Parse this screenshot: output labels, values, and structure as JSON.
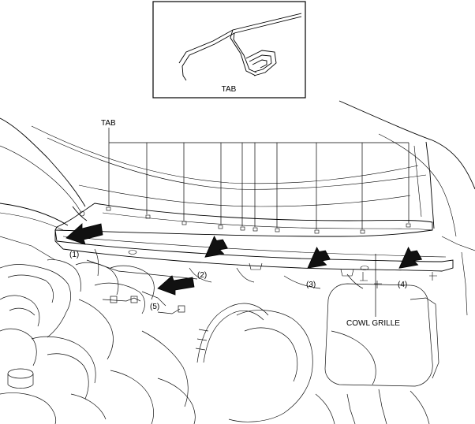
{
  "inset": {
    "label": "TAB"
  },
  "labels": {
    "tab": "TAB",
    "cowl_grille": "COWL GRILLE"
  },
  "arrows": [
    {
      "label": "(1)"
    },
    {
      "label": "(2)"
    },
    {
      "label": "(3)"
    },
    {
      "label": "(4)"
    },
    {
      "label": "(5)"
    }
  ],
  "colors": {
    "ink": "#000000",
    "paper": "#ffffff",
    "arrow_fill": "#111111"
  }
}
